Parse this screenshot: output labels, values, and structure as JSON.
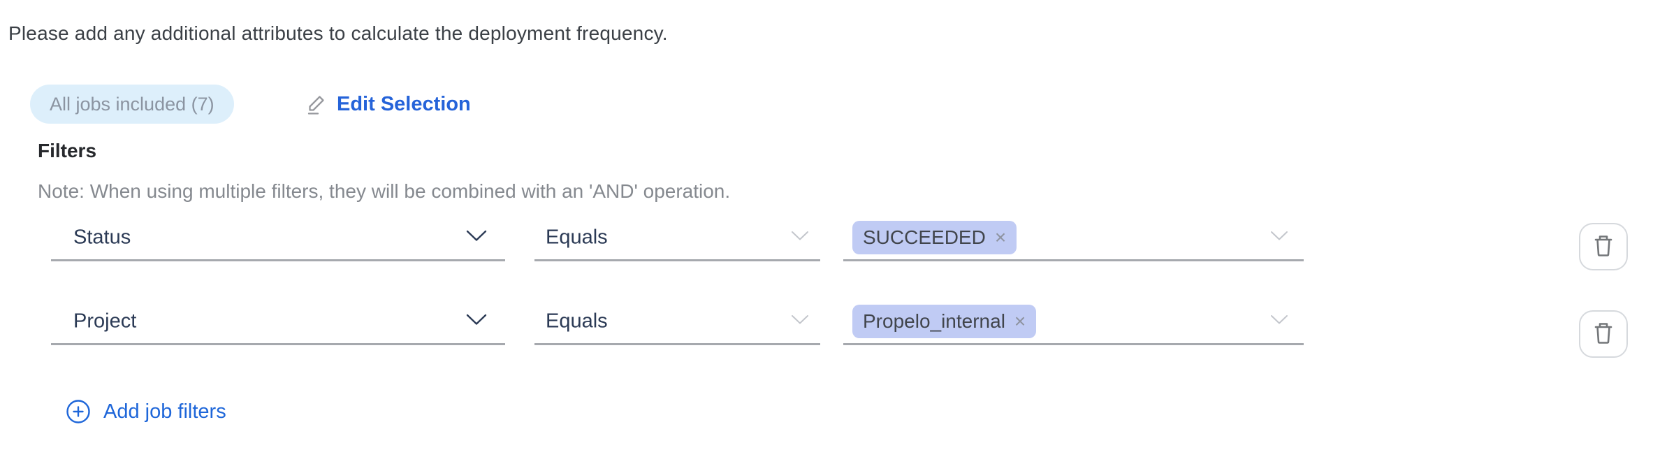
{
  "page": {
    "intro": "Please add any additional attributes to calculate the deployment frequency."
  },
  "jobs_summary": {
    "badge": "All jobs included (7)",
    "edit_button": "Edit Selection"
  },
  "filters": {
    "heading": "Filters",
    "note": "Note: When using multiple filters, they will be combined with an 'AND' operation.",
    "add_button": "Add job filters",
    "remove_glyph": "×",
    "rows": [
      {
        "attribute": "Status",
        "operator": "Equals",
        "value": "SUCCEEDED"
      },
      {
        "attribute": "Project",
        "operator": "Equals",
        "value": "Propelo_internal"
      }
    ]
  },
  "icons": {
    "edit": "pencil-icon",
    "add": "circle-plus-icon",
    "remove_row": "trash-icon",
    "dropdown": "chevron-down-icon",
    "tag_remove": "close-icon"
  },
  "colors": {
    "link_blue": "#2563d9",
    "add_blue": "#1e66d9",
    "badge_bg": "#ddeffb",
    "badge_text": "#8b94a1",
    "tag_bg": "#c0cbf4",
    "tag_text": "#41454c",
    "select_text": "#2b3a55",
    "underline_gray": "#a6a9ae",
    "note_gray": "#85898f",
    "icon_gray": "#97999e"
  }
}
